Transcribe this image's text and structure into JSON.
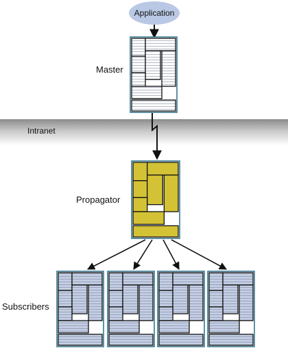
{
  "diagram": {
    "application_label": "Application",
    "intranet_label": "Intranet",
    "master_label": "Master",
    "propagator_label": "Propagator",
    "subscribers_label": "Subscribers",
    "colors": {
      "application_fill": "#b9c8e4",
      "master_fill": "#ffffff",
      "propagator_fill": "#d4c236",
      "subscriber_fill": "#c3cde3",
      "block_border": "#111111",
      "outer_border": "#2a6b86",
      "stripe": "#9ea6b5"
    }
  }
}
